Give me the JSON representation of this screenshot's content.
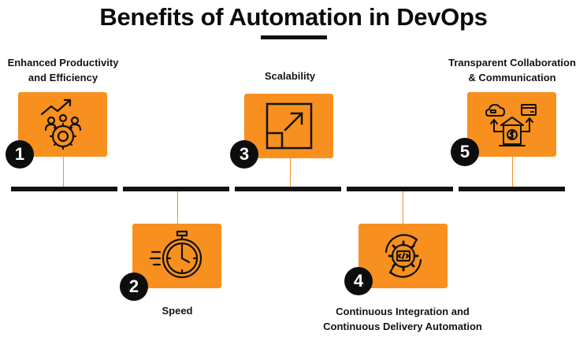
{
  "title": "Benefits of Automation in DevOps",
  "colors": {
    "accent": "#f7901e",
    "dark": "#111111"
  },
  "items": [
    {
      "number": "1",
      "label_line1": "Enhanced Productivity",
      "label_line2": "and Efficiency",
      "icon": "team-growth-icon"
    },
    {
      "number": "2",
      "label_line1": "Speed",
      "label_line2": "",
      "icon": "stopwatch-icon"
    },
    {
      "number": "3",
      "label_line1": "Scalability",
      "label_line2": "",
      "icon": "expand-arrow-icon"
    },
    {
      "number": "4",
      "label_line1": "Continuous Integration and",
      "label_line2": "Continuous Delivery Automation",
      "icon": "code-gear-cycle-icon"
    },
    {
      "number": "5",
      "label_line1": "Transparent Collaboration",
      "label_line2": "& Communication",
      "icon": "collaboration-bank-icon"
    }
  ]
}
